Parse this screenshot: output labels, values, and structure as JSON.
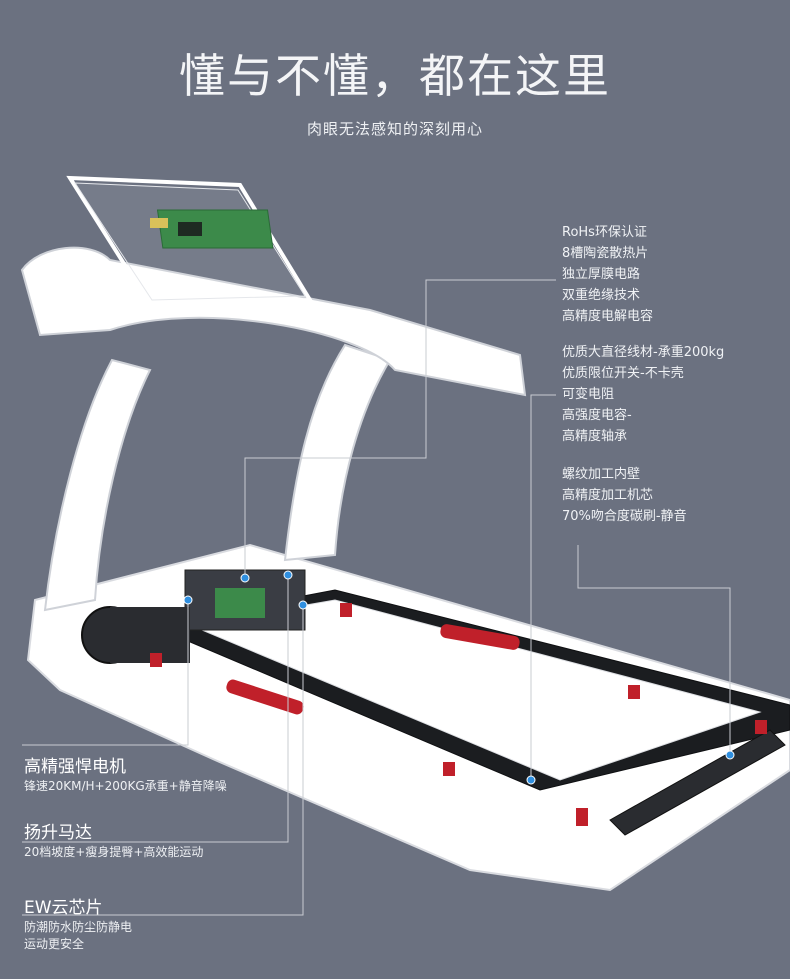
{
  "header": {
    "title": "懂与不懂，都在这里",
    "subtitle": "肉眼无法感知的深刻用心"
  },
  "spec_groups": [
    {
      "lines": [
        "RoHs环保认证",
        "8槽陶瓷散热片",
        "独立厚膜电路",
        "双重绝缘技术",
        "高精度电解电容"
      ]
    },
    {
      "lines": [
        "优质大直径线材-承重200kg",
        "优质限位开关-不卡壳",
        "可变电阻",
        "高强度电容-",
        "高精度轴承"
      ]
    },
    {
      "lines": [
        "螺纹加工内壁",
        "高精度加工机芯",
        "70%吻合度碳刷-静音"
      ]
    }
  ],
  "features": [
    {
      "name": "高精强悍电机",
      "desc": [
        "锋速20KM/H+200KG承重+静音降噪"
      ]
    },
    {
      "name": "扬升马达",
      "desc": [
        "20档坡度+瘦身提臀+高效能运动"
      ]
    },
    {
      "name": "EW云芯片",
      "desc": [
        "防潮防水防尘防静电",
        "运动更安全"
      ]
    }
  ],
  "colors": {
    "background": "#6b7180",
    "callout_dot": "#2f8fe0",
    "accent_red": "#c0202a",
    "board_green": "#3c8a4a"
  }
}
